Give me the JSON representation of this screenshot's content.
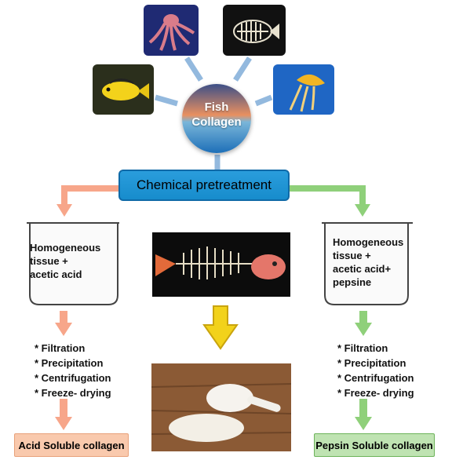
{
  "center": {
    "line1": "Fish",
    "line2": "Collagen"
  },
  "pretreatment": {
    "label": "Chemical pretreatment"
  },
  "left_beaker": {
    "text": "Homogeneous\ntissue +\nacetic  acid"
  },
  "right_beaker": {
    "text": "Homogeneous\ntissue +\nacetic acid+\npepsine"
  },
  "steps_left": [
    "* Filtration",
    "* Precipitation",
    "* Centrifugation",
    "* Freeze- drying"
  ],
  "steps_right": [
    "* Filtration",
    "* Precipitation",
    "* Centrifugation",
    "* Freeze- drying"
  ],
  "results": {
    "acid": "Acid Soluble collagen",
    "pepsin": "Pepsin Soluble collagen"
  },
  "colors": {
    "blue_arrow": "#93b9de",
    "salmon": "#f7a68a",
    "green": "#8fd07a",
    "box_blue": "#2a9ddc",
    "yellow_arrow": "#f2d21b"
  }
}
